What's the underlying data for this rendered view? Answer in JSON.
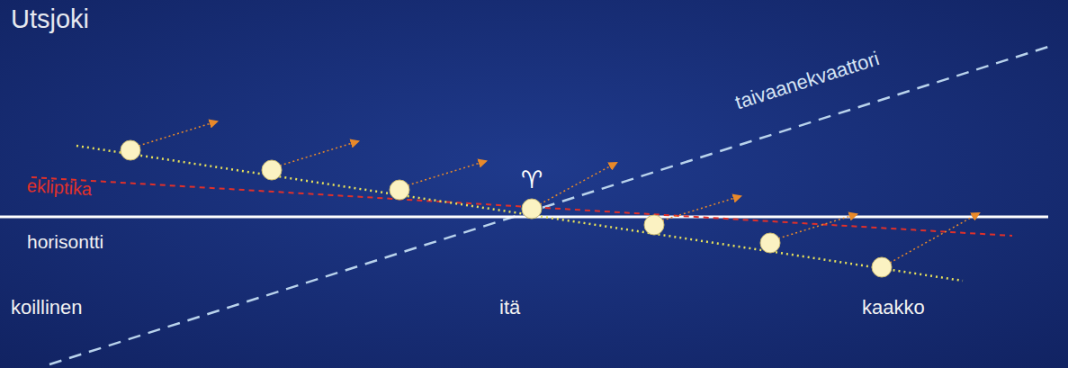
{
  "diagram": {
    "title": "Utsjoki",
    "labels": [
      "taivaanekvaattori",
      "ekliptika",
      "♈",
      "horisontti",
      "koillinen",
      "itä",
      "kaakko"
    ]
  }
}
